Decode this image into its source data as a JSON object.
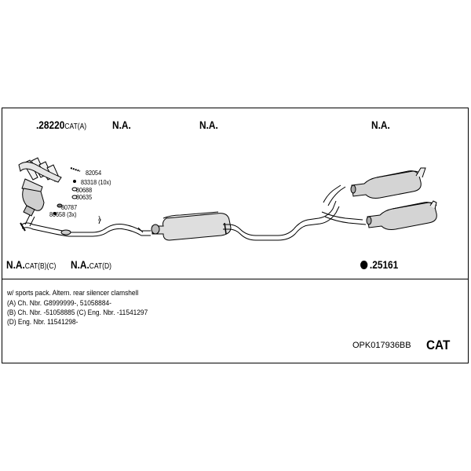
{
  "header_row": {
    "part_main": {
      "number": ".28220",
      "suffix": "CAT(A)"
    },
    "na_2": "N.A.",
    "na_3": "N.A.",
    "na_4": "N.A."
  },
  "small_parts": [
    {
      "number": "82054"
    },
    {
      "number": "83318 (10x)"
    },
    {
      "number": "80688"
    },
    {
      "number": "80635"
    },
    {
      "number": "80787"
    },
    {
      "number": "80658 (3x)"
    }
  ],
  "lambda_symbol": "λ",
  "lower_row": {
    "left_1": {
      "label": "N.A.",
      "suffix": "CAT(B)(C)"
    },
    "left_2": {
      "label": "N.A.",
      "suffix": "CAT(D)"
    },
    "right": {
      "number": ".25161"
    }
  },
  "notes": [
    "w/ sports pack.    Altern. rear silencer clamshell",
    "(A) Ch. Nbr. G8999999-, 51058884-",
    "(B) Ch. Nbr. -51058885 (C) Eng. Nbr. -11541297",
    "(D) Eng. Nbr. 11541298-"
  ],
  "footer": {
    "code": "OPK017936BB",
    "type": "CAT"
  }
}
